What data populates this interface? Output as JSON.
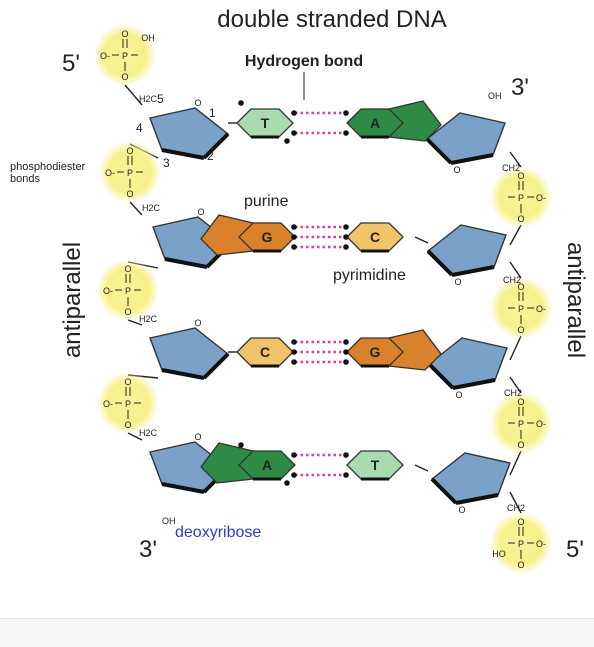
{
  "title": "double stranded DNA",
  "labels": {
    "hydrogen_bond": "Hydrogen bond",
    "phosphodiester": "phosphodiester bonds",
    "purine": "purine",
    "pyrimidine": "pyrimidine",
    "deoxyribose": "deoxyribose",
    "antiparallel_left": "antiparallel",
    "antiparallel_right": "antiparallel",
    "five_prime_top": "5'",
    "three_prime_top": "3'",
    "three_prime_bottom": "3'",
    "five_prime_bottom": "5'",
    "oh_top_right": "OH",
    "oh_bottom_left": "OH"
  },
  "carbon_numbers": [
    "5",
    "4",
    "1",
    "3",
    "2"
  ],
  "chem": {
    "h2c": "H2C",
    "ch2": "CH2",
    "p": "P",
    "o": "O",
    "o_minus": "O-",
    "oh": "OH",
    "ho": "HO"
  },
  "base_pairs": [
    {
      "left": "T",
      "right": "A"
    },
    {
      "left": "G",
      "right": "C"
    },
    {
      "left": "C",
      "right": "G"
    },
    {
      "left": "A",
      "right": "T"
    }
  ],
  "colors": {
    "sugar": "#7aa2c9",
    "adenine": "#2e8b46",
    "thymine": "#a8dcb0",
    "guanine": "#d9822b",
    "cytosine": "#f2c46a",
    "phosphate_glow": "#f6f08a",
    "hbond": "#d63fa0",
    "deoxyribose_text": "#2a3fbf"
  }
}
